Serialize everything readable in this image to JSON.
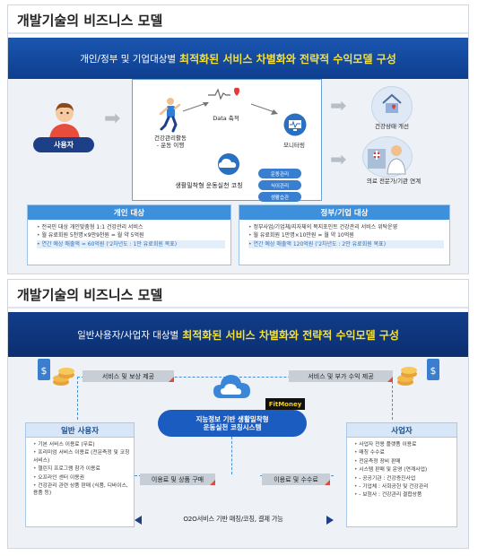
{
  "slide1": {
    "title": "개발기술의 비즈니스 모델",
    "banner_prefix": "개인/정부 및 기업대상별",
    "banner_highlight": "최적화된 서비스 차별화와 전략적 수익모델 구성",
    "user_label": "사용자",
    "activity_label": "건강관리활동\n- 운동 이행",
    "data_label": "Data 축적",
    "monitoring_label": "모니터링",
    "coaching_label": "생활밀착형 운동실천 코칭",
    "features": [
      "운동관리",
      "식이관리",
      "생활습관"
    ],
    "outcome1": "건강상태 개선",
    "outcome2": "의료 전문가/기관 연계",
    "individual": {
      "header": "개인 대상",
      "items": [
        "전국민 대상 개인맞춤형 1:1 건강관리 서비스",
        "월 유료회원 5천명×9만9천원 = 월 약 5억원",
        "연간 예상 매출액 = 60억원 ('2차년도 : 1만 유료회원 목표)"
      ]
    },
    "government": {
      "header": "정부/기업 대상",
      "items": [
        "정부사업/기업체/지자체의 복지포인트 건강관리 서비스 위탁운영",
        "월 유료회원 1만명×10만원 = 월 약 10억원",
        "연간 예상 매출액 120억원 ('2차년도 : 2만 유료회원 목표)"
      ]
    }
  },
  "slide2": {
    "title": "개발기술의 비즈니스 모델",
    "banner_prefix": "일반사용자/사업자 대상별",
    "banner_highlight": "최적화된 서비스 차별화와 전략적 수익모델 구성",
    "service_reward": "서비스 및 보상 제공",
    "service_revenue": "서비스 및 부가 수익 제공",
    "brand": "FitMoney",
    "center_line1": "지능정보 기반 생활밀착형",
    "center_line2": "운동실천 코칭시스템",
    "fee_purchase": "이용료 및 상품 구매",
    "fee_commission": "이용료 및 수수료",
    "general_user": {
      "header": "일반 사용자",
      "items": [
        "기본 서비스 이용료 (무료)",
        "프리미엄 서비스 이용료 (전문측정 및 코칭 서비스)",
        "챌린지 프로그램 참가 이용료",
        "오프라인 센터 이용권",
        "건강관리 관련 상품 판매 (식품, 디바이스, 용품 등)"
      ]
    },
    "business": {
      "header": "사업자",
      "items": [
        "사업자 전용 플랫폼 이용료",
        "매칭 수수료",
        "전문측정 장비 판매",
        "시스템 판매 및 운영 (연계사업)",
        "- 공공기관 : 건강증진사업",
        "- 기업체 : 사회공헌 및 건강관리",
        "- 보험사 : 건강관리 결합상품"
      ]
    },
    "o2o": "O2O서비스 기반 매칭/코칭, 결제 가능"
  },
  "colors": {
    "banner": "#1a56b0",
    "highlight": "#f5e03a",
    "info_header": "#3e8fdc",
    "user_pill": "#1d3f87",
    "center_system": "#1b5cc0"
  },
  "icons": [
    "user-icon",
    "runner-icon",
    "heart-icon",
    "monitor-icon",
    "cloud-icon",
    "house-icon",
    "doctor-icon",
    "coins-icon",
    "dollar-phone-icon"
  ]
}
